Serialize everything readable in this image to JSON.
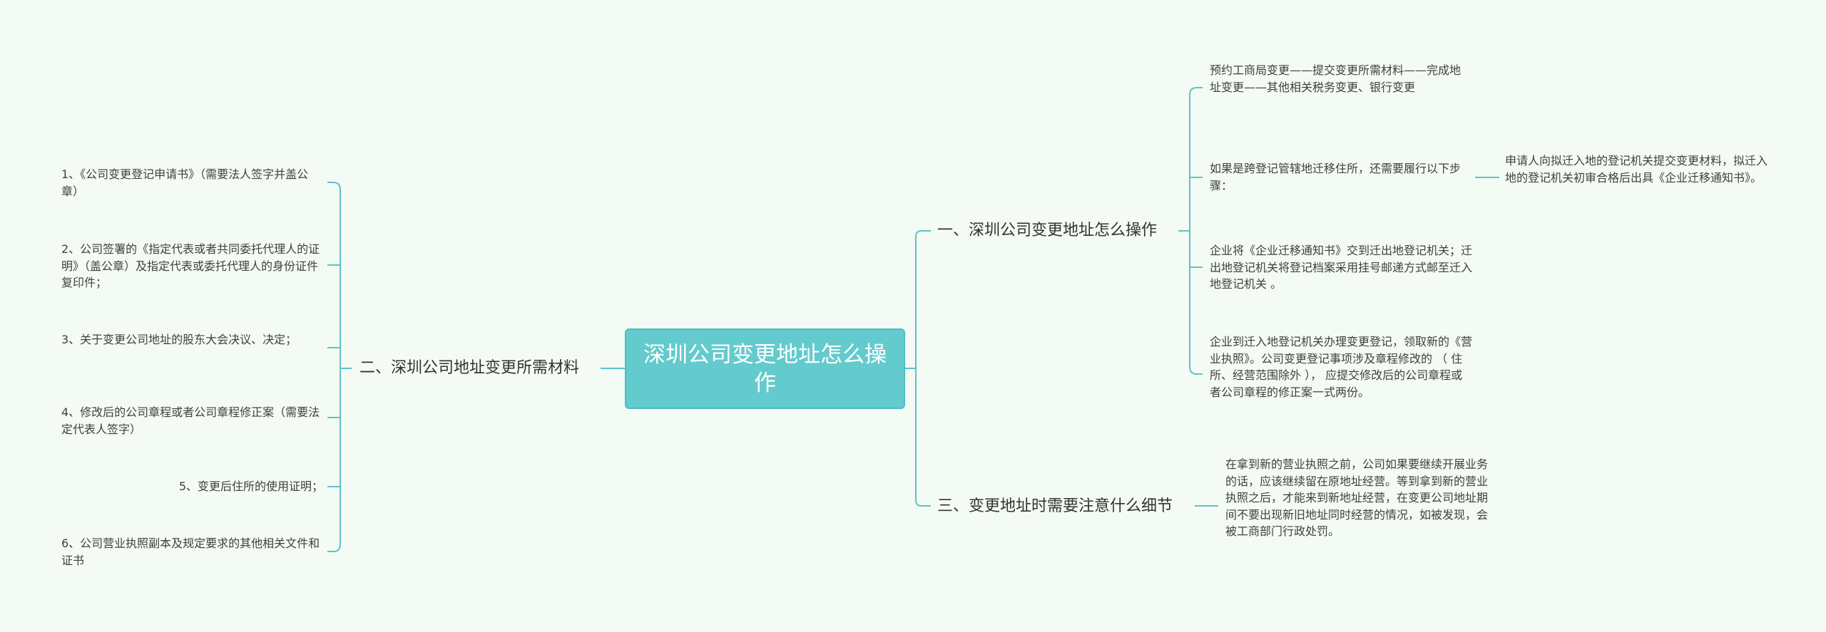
{
  "root": {
    "label": "深圳公司变更地址怎么操作"
  },
  "branches": {
    "b1": {
      "label": "一、深圳公司变更地址怎么操作"
    },
    "b2": {
      "label": "二、深圳公司地址变更所需材料"
    },
    "b3": {
      "label": "三、变更地址时需要注意什么细节"
    }
  },
  "b1_children": [
    "预约工商局变更——提交变更所需材料——完成地址变更——其他相关税务变更、银行变更",
    "如果是跨登记管辖地迁移住所，还需要履行以下步骤：",
    "企业将《企业迁移通知书》交到迁出地登记机关；迁出地登记机关将登记档案采用挂号邮递方式邮至迁入地登记机关 。",
    "企业到迁入地登记机关办理变更登记，领取新的《营业执照》。公司变更登记事项涉及章程修改的 （ 住所、经营范围除外 ）， 应提交修改后的公司章程或者公司章程的修正案一式两份。"
  ],
  "b1_sub": "申请人向拟迁入地的登记机关提交变更材料，拟迁入地的登记机关初审合格后出具《企业迁移通知书》。",
  "b2_children": [
    "1、《公司变更登记申请书》（需要法人签字并盖公章）",
    "2、公司签署的《指定代表或者共同委托代理人的证明》（盖公章）及指定代表或委托代理人的身份证件复印件；",
    "3、关于变更公司地址的股东大会决议、决定；",
    "4、修改后的公司章程或者公司章程修正案（需要法定代表人签字）",
    "5、变更后住所的使用证明；",
    "6、公司营业执照副本及规定要求的其他相关文件和证书"
  ],
  "b3_children": [
    "在拿到新的营业执照之前，公司如果要继续开展业务的话，应该继续留在原地址经营。等到拿到新的营业执照之后，才能来到新地址经营，在变更公司地址期间不要出现新旧地址同时经营的情况，如被发现，会被工商部门行政处罚。"
  ],
  "colors": {
    "background": "#f3fbf4",
    "root_fill": "#63cbcd",
    "connector": "#5cc3c9",
    "text": "#333333"
  }
}
